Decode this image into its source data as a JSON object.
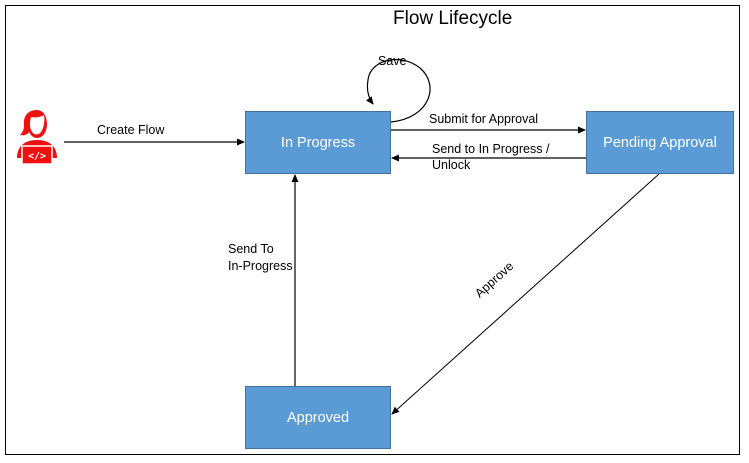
{
  "title": "Flow Lifecycle",
  "actor": {
    "icon": "developer-person-icon",
    "color": "#ee1111"
  },
  "states": {
    "in_progress": "In Progress",
    "pending_approval": "Pending Approval",
    "approved": "Approved"
  },
  "transitions": {
    "create_flow": "Create Flow",
    "save": "Save",
    "submit_for_approval": "Submit for Approval",
    "send_to_in_progress_line1": "Send to In Progress /",
    "send_to_in_progress_line2": "Unlock",
    "approve": "Approve",
    "send_to_inprogress_line1": "Send To",
    "send_to_inprogress_line2": "In-Progress"
  },
  "colors": {
    "state_fill": "#5b9bd5",
    "state_border": "#41719c",
    "actor": "#ee1111"
  }
}
